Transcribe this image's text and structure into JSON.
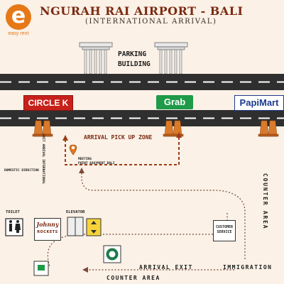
{
  "brand": {
    "logo_letter": "e",
    "name": "easy rent"
  },
  "title": "NGURAH RAI AIRPORT - BALI",
  "subtitle": "(INTERNATIONAL ARRIVAL)",
  "parking": {
    "line1": "PARKING",
    "line2": "BUILDING"
  },
  "stores": {
    "circle_k": "CIRCLE K",
    "grab": "Grab",
    "papimart": "PapiMart"
  },
  "labels": {
    "pickup_zone": "ARRIVAL PICK UP ZONE",
    "meeting_line1": "MEETING",
    "meeting_line2": "POINT EASYRENT BALI",
    "exit_vertical": "EXIT ARRIVAL INTERNATIONAL",
    "domestic": "DOMESTIC DIRECTION",
    "counter_vertical": "COUNTER AREA",
    "toilet": "TOILET",
    "elevator": "ELEVATOR",
    "johnny_line1": "Johnny",
    "johnny_line2": "ROCKETS",
    "customer_service": "CUSTOMER SERVICE",
    "arrival_exit": "ARRIVAL EXIT",
    "immigration": "IMMIGRATION",
    "counter_area": "COUNTER AREA"
  },
  "colors": {
    "background": "#fbf1e6",
    "road": "#2f2f2f",
    "brand_orange": "#e67817",
    "path": "#9c3b16",
    "title": "#7b2a12",
    "circle_k": "#c7211b",
    "grab": "#1f9a48",
    "papimart": "#1c3a8e"
  },
  "icons": {
    "parking_building": "columns-building-icon",
    "pin": "map-pin-icon",
    "toilet": "restroom-icon",
    "elevator": "elevator-icon",
    "starbucks": "starbucks-logo-icon",
    "dotted_path": "walking-route-icon"
  }
}
